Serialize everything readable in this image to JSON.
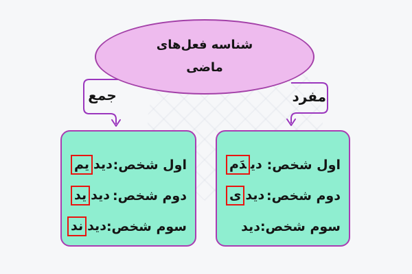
{
  "node": {
    "title_line1": "شناسه فعل‌های",
    "title_line2": "ماضی"
  },
  "branches": {
    "plural_label": "جمع",
    "singular_label": "مفرد"
  },
  "boxes": {
    "plural": {
      "rows": [
        {
          "label": "اول شخص:",
          "stem": "دید",
          "ending": "یم"
        },
        {
          "label": "دوم شخص:",
          "stem": "دید",
          "ending": "ید"
        },
        {
          "label": "سوم شخص:",
          "stem": "دید",
          "ending": "ند"
        }
      ]
    },
    "singular": {
      "rows": [
        {
          "label": "اول شخص:",
          "stem": "دی‍",
          "ending": "‌‍دَم"
        },
        {
          "label": "دوم شخص:",
          "stem": "دید",
          "ending": "ی"
        },
        {
          "label": "سوم شخص:",
          "stem": "دید"
        }
      ]
    }
  },
  "colors": {
    "background": "#f6f7f9",
    "ellipse_fill": "#eebbee",
    "ellipse_border": "#a340a8",
    "box_fill": "#8feed0",
    "box_border": "#aa3cb2",
    "connector": "#9a35bd",
    "highlight_red": "#e9140f",
    "text": "#141414"
  }
}
